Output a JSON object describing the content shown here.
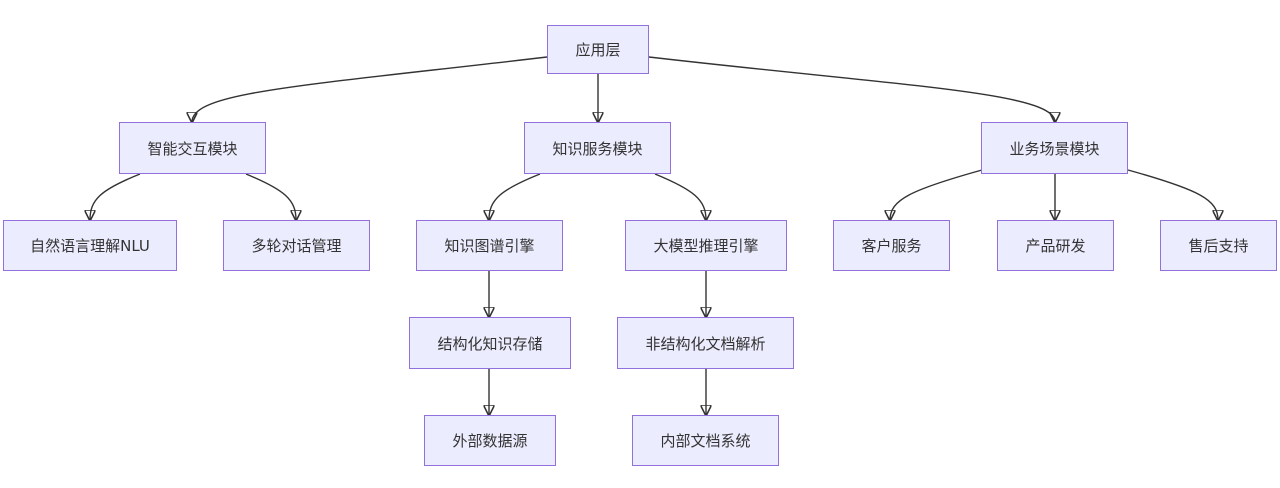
{
  "diagram": {
    "type": "flowchart",
    "direction": "top-down",
    "colors": {
      "node_fill": "#ececff",
      "node_border": "#9370db",
      "edge": "#333333",
      "text": "#333333"
    },
    "nodes": {
      "app": "应用层",
      "interaction": "智能交互模块",
      "knowledge": "知识服务模块",
      "business": "业务场景模块",
      "nlu": "自然语言理解NLU",
      "dialog": "多轮对话管理",
      "kg_engine": "知识图谱引擎",
      "llm_engine": "大模型推理引擎",
      "structured": "结构化知识存储",
      "unstructured": "非结构化文档解析",
      "external": "外部数据源",
      "internal": "内部文档系统",
      "customer": "客户服务",
      "product": "产品研发",
      "after_sales": "售后支持"
    },
    "edges": [
      [
        "app",
        "interaction"
      ],
      [
        "app",
        "knowledge"
      ],
      [
        "app",
        "business"
      ],
      [
        "interaction",
        "nlu"
      ],
      [
        "interaction",
        "dialog"
      ],
      [
        "knowledge",
        "kg_engine"
      ],
      [
        "knowledge",
        "llm_engine"
      ],
      [
        "kg_engine",
        "structured"
      ],
      [
        "structured",
        "external"
      ],
      [
        "llm_engine",
        "unstructured"
      ],
      [
        "unstructured",
        "internal"
      ],
      [
        "business",
        "customer"
      ],
      [
        "business",
        "product"
      ],
      [
        "business",
        "after_sales"
      ]
    ]
  }
}
